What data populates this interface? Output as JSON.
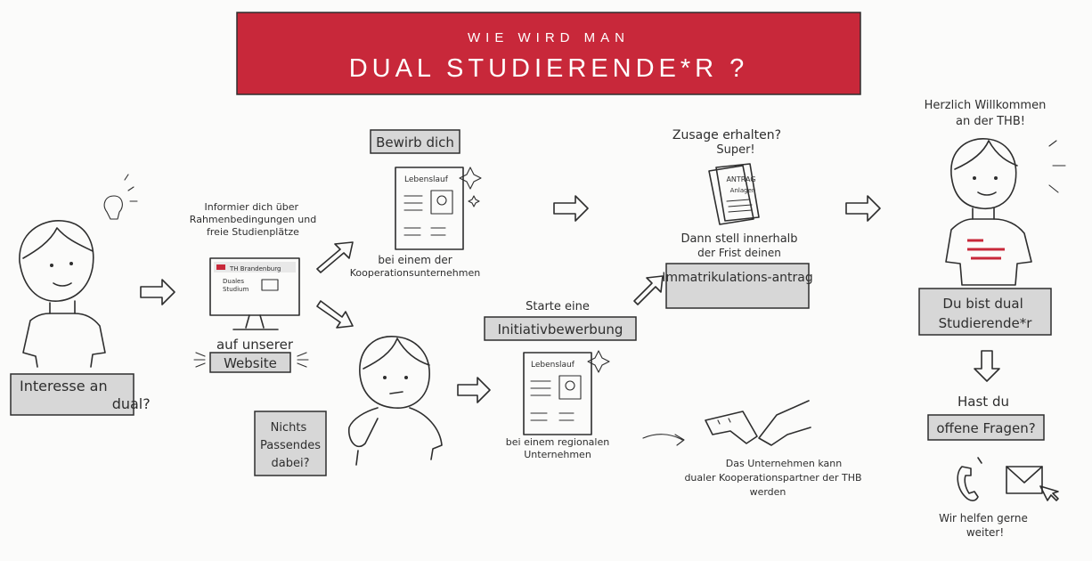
{
  "title": {
    "line1": "WIE WIRD MAN",
    "line2": "DUAL STUDIERENDE*R ?"
  },
  "colors": {
    "banner": "#c8283a",
    "box": "#d7d7d7",
    "ink": "#2e2e2e",
    "accent_red": "#c8283a"
  },
  "steps": {
    "interest": "Interesse an dual?",
    "inform_top": "Informier dich über Rahmenbedingungen und freie Studienplätze",
    "website_mock_title": "TH Brandenburg",
    "website_mock_line1": "Duales",
    "website_mock_line2": "Studium",
    "website_pre": "auf unserer",
    "website_box": "Website",
    "apply_box": "Bewirb dich",
    "cv_label": "Lebenslauf",
    "apply_sub_1": "bei einem der",
    "apply_sub_2": "Kooperationsunternehmen",
    "nothing_box": "Nichts Passendes dabei?",
    "start_pre": "Starte eine",
    "initiative_box": "Initiativbewerbung",
    "cv_label_2": "Lebenslauf",
    "regional_1": "bei einem regionalen",
    "regional_2": "Unternehmen",
    "company_1": "Das Unternehmen kann",
    "company_2": "dualer Kooperationspartner der THB",
    "company_3": "werden",
    "promise_1": "Zusage erhalten?",
    "promise_2": "Super!",
    "antrag_1": "ANTRAG",
    "antrag_2": "Anlagen",
    "then_1": "Dann stell innerhalb",
    "then_2": "der Frist deinen",
    "immatrik_box": "Immatrikulations-antrag",
    "welcome_1": "Herzlich Willkommen",
    "welcome_2": "an der THB!",
    "final_box": "Du bist dual Studierende*r",
    "questions_pre": "Hast du",
    "questions_box": "offene Fragen?",
    "help_1": "Wir helfen gerne",
    "help_2": "weiter!"
  }
}
